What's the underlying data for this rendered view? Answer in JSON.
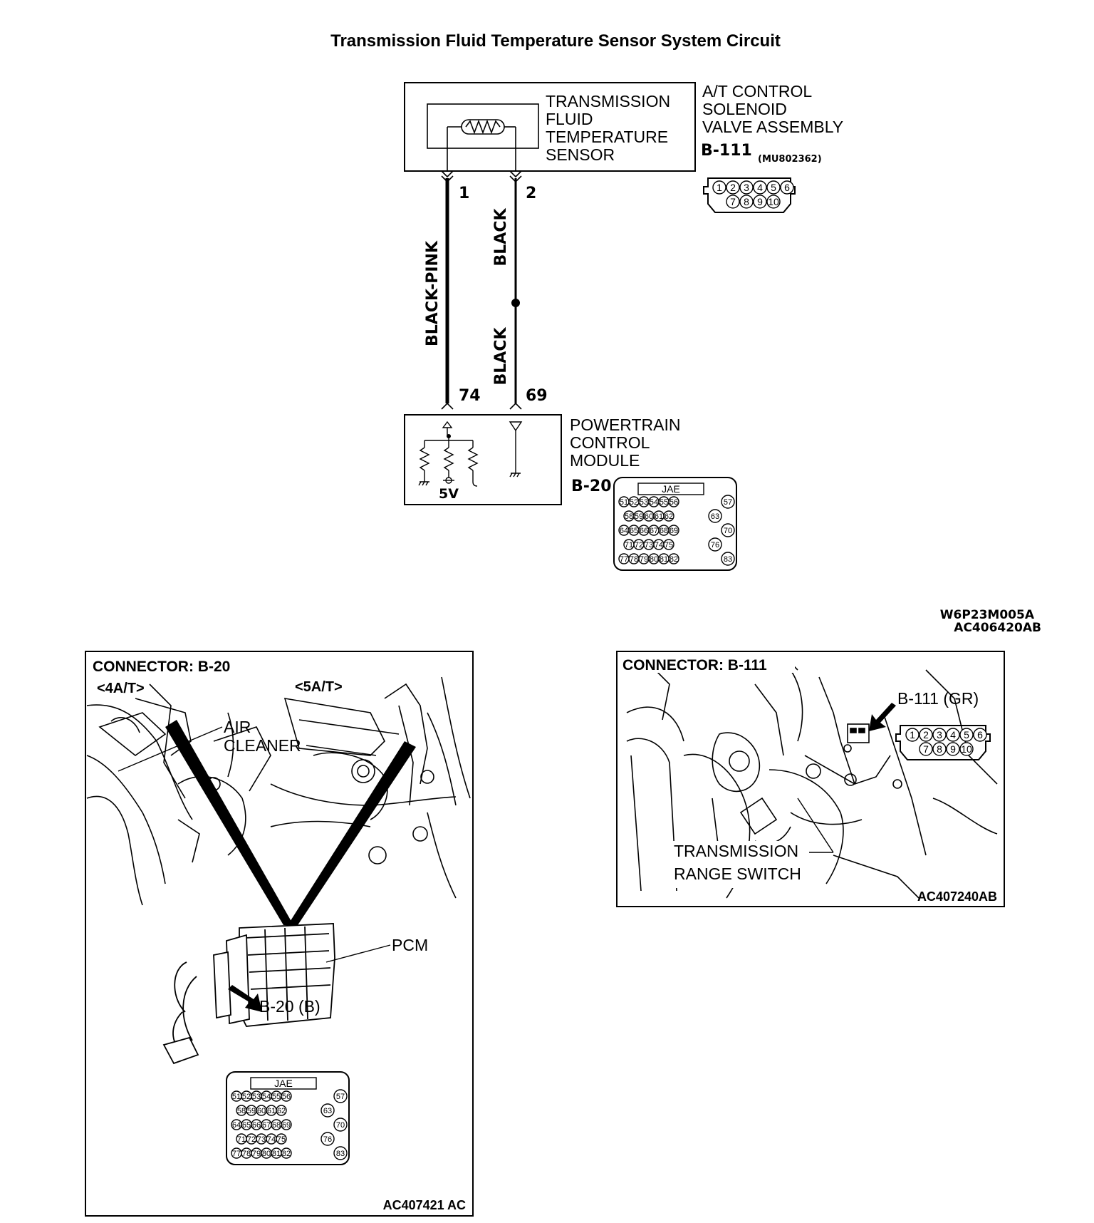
{
  "title": "Transmission Fluid Temperature Sensor System Circuit",
  "sensor": {
    "label_lines": [
      "TRANSMISSION",
      "FLUID",
      "TEMPERATURE",
      "SENSOR"
    ],
    "assembly_lines": [
      "A/T CONTROL",
      "SOLENOID",
      "VALVE ASSEMBLY"
    ],
    "connector_id": "B-111",
    "part_number": "(MU802362)",
    "pins_top": [
      "1",
      "2",
      "3",
      "4",
      "5",
      "6"
    ],
    "pins_bottom": [
      "7",
      "8",
      "9",
      "10"
    ]
  },
  "wires": {
    "pin1": "1",
    "pin2": "2",
    "wire1_color": "BLACK-PINK",
    "wire2_color_upper": "BLACK",
    "wire2_color_lower": "BLACK",
    "pcm_pin_a": "74",
    "pcm_pin_b": "69"
  },
  "pcm": {
    "label_lines": [
      "POWERTRAIN",
      "CONTROL",
      "MODULE"
    ],
    "connector_id": "B-20",
    "supply": "5V",
    "jae": "JAE",
    "rows": [
      [
        "51",
        "52",
        "53",
        "54",
        "55",
        "56"
      ],
      [
        "58",
        "59",
        "60",
        "61",
        "62"
      ],
      [
        "64",
        "65",
        "66",
        "67",
        "68",
        "69"
      ],
      [
        "71",
        "72",
        "73",
        "74",
        "75"
      ],
      [
        "77",
        "78",
        "79",
        "80",
        "81",
        "82"
      ]
    ],
    "side_pins": [
      "57",
      "63",
      "70",
      "76",
      "83"
    ]
  },
  "codes": {
    "diagram_code": "W6P23M005A",
    "diagram_ref": "AC406420AB"
  },
  "panel_left": {
    "title": "CONNECTOR: B-20",
    "variant_4at": "<4A/T>",
    "variant_5at": "<5A/T>",
    "air_cleaner_lines": [
      "AIR",
      "CLEANER"
    ],
    "pcm_label": "PCM",
    "connector_callout": "B-20 (B)",
    "ref": "AC407421 AC"
  },
  "panel_right": {
    "title": "CONNECTOR: B-111",
    "connector_callout": "B-111 (GR)",
    "range_switch_lines": [
      "TRANSMISSION",
      "RANGE SWITCH"
    ],
    "ref": "AC407240AB"
  }
}
